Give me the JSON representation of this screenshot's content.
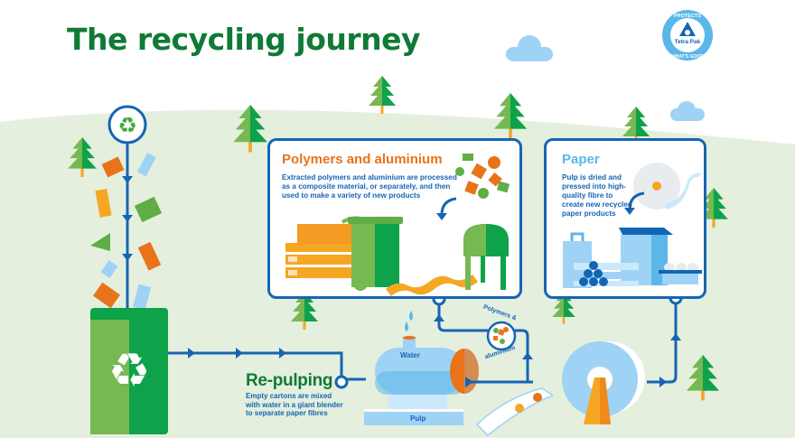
{
  "title": "The recycling journey",
  "logo": {
    "brand": "Tetra Pak",
    "ring_top": "PROTECTS",
    "ring_bottom": "WHAT'S GOOD",
    "color": "#5bb7e8"
  },
  "stages": {
    "collection": {
      "icon": "recycle-icon"
    },
    "repulping": {
      "title": "Re-pulping",
      "description": "Empty cartons are mixed with water in a giant blender to separate paper fibres",
      "tank_labels": {
        "top": "Water",
        "bottom": "Pulp"
      }
    },
    "polymers_aluminium": {
      "title": "Polymers and aluminium",
      "description": "Extracted polymers and aluminium are processed as a composite material, or separately, and then used to make a variety of new products",
      "badge_top": "Polymers &",
      "badge_bottom": "aluminium"
    },
    "paper": {
      "title": "Paper",
      "description": "Pulp is dried and pressed into high-quality fibre to create new recycled paper products"
    }
  },
  "colors": {
    "title_green": "#0f7a35",
    "flow_blue": "#1565b5",
    "polymer_orange": "#e8731a",
    "paper_blue": "#5bb7e8",
    "ground": "#e4efdd",
    "tree_light": "#76b852",
    "tree_dark": "#0ea24a",
    "light_blue": "#9fd3f5"
  }
}
